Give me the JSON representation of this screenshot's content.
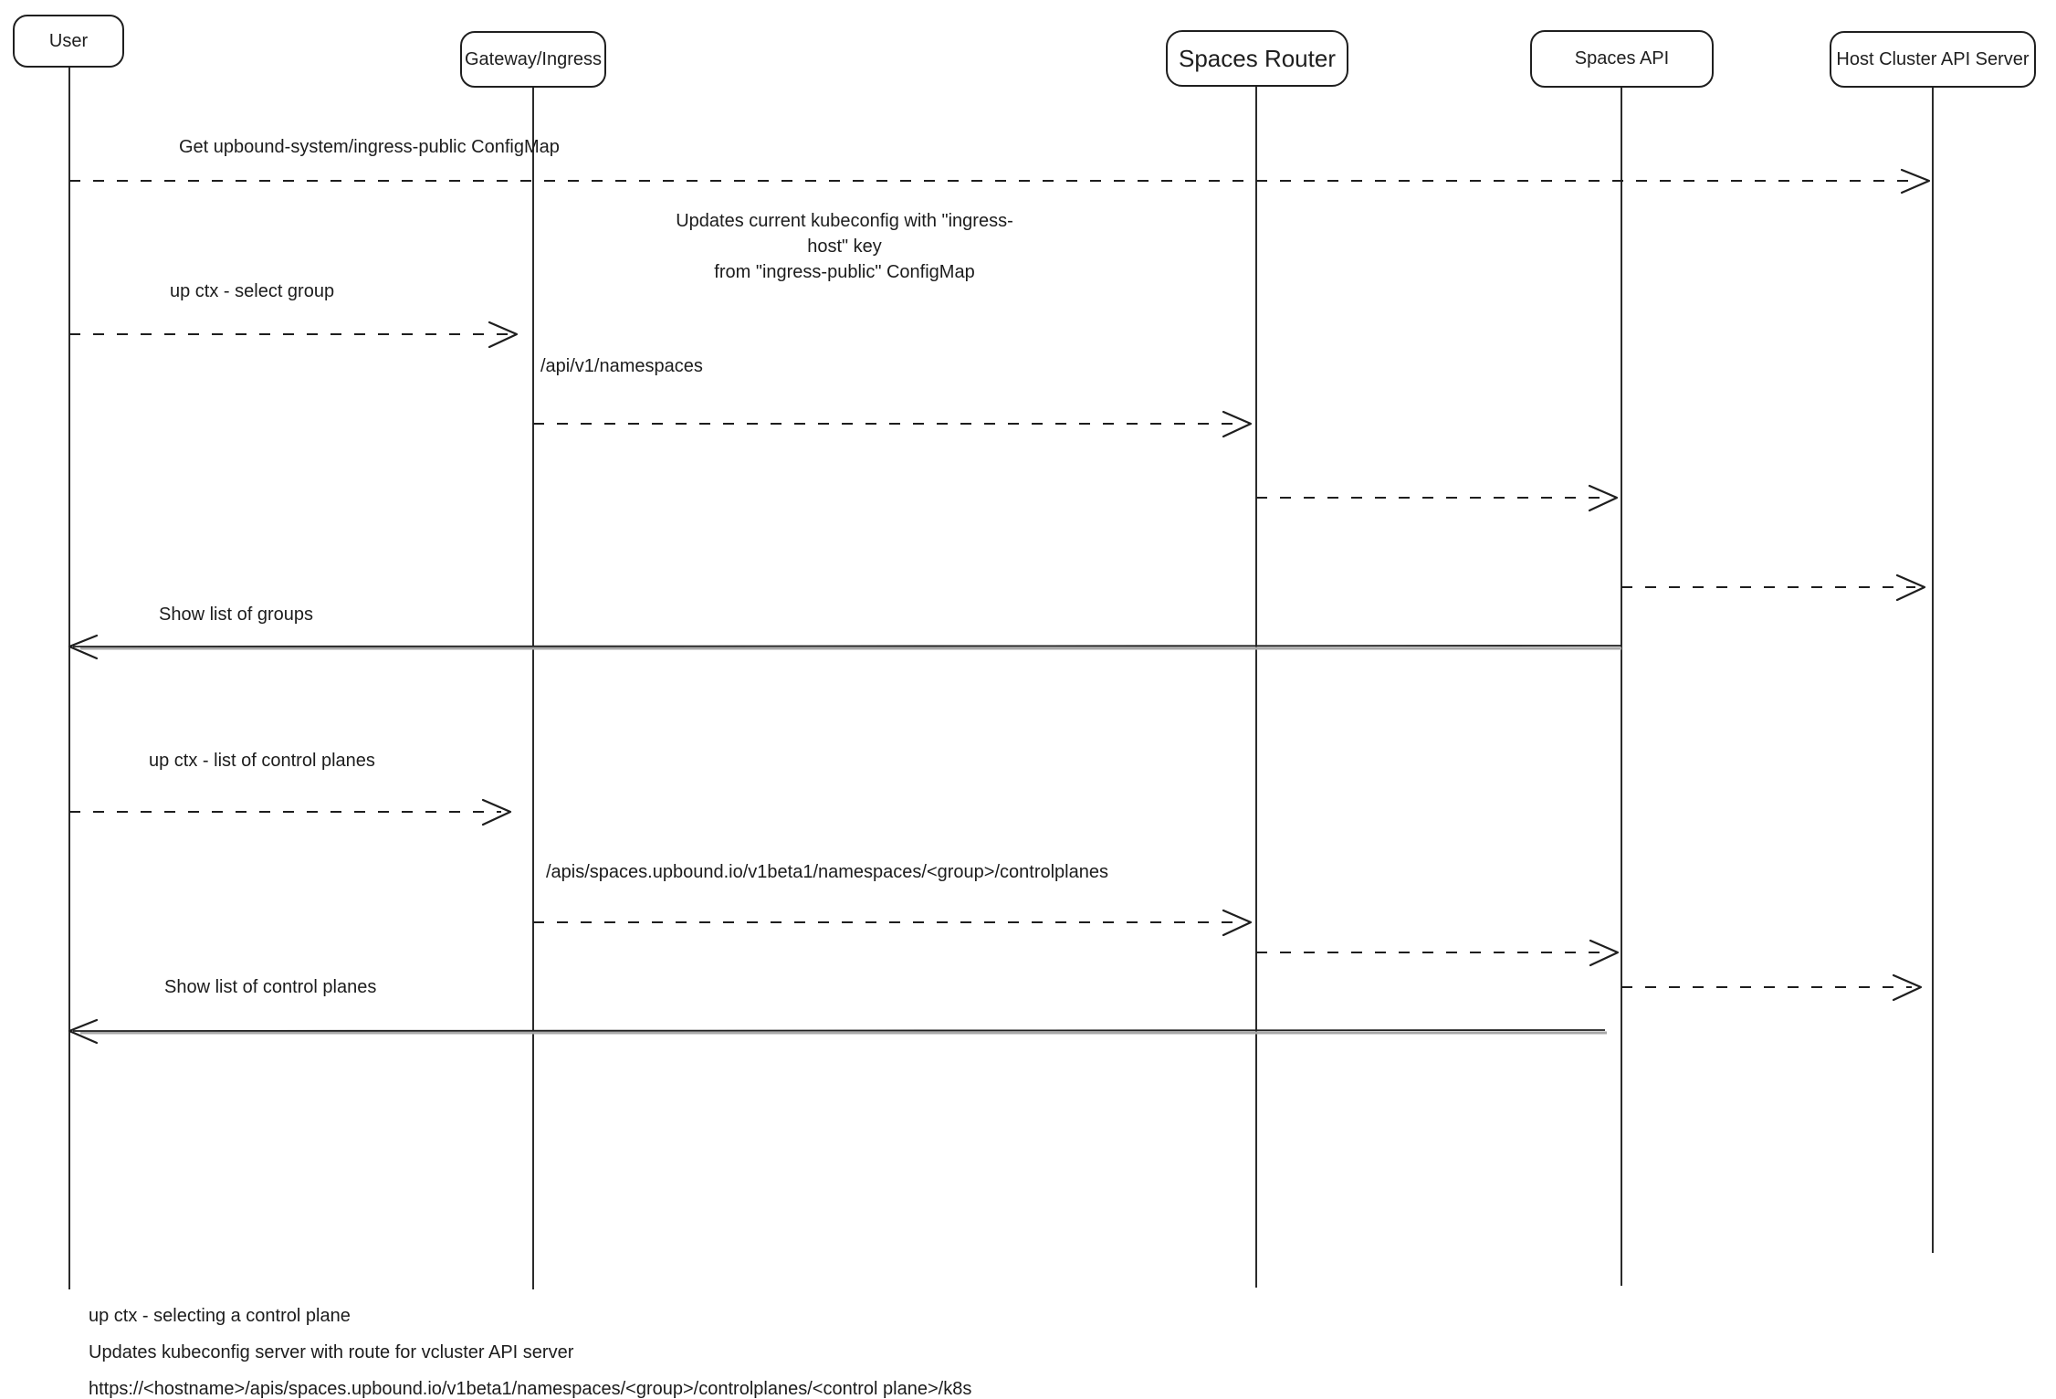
{
  "diagram": {
    "background": "#ffffff",
    "stroke_color": "#1e1e1e",
    "actors": [
      {
        "id": "user",
        "label": "User"
      },
      {
        "id": "gateway-ingress",
        "label": "Gateway/Ingress"
      },
      {
        "id": "spaces-router",
        "label": "Spaces Router"
      },
      {
        "id": "spaces-api",
        "label": "Spaces API"
      },
      {
        "id": "host-cluster-api-server",
        "label": "Host Cluster API Server"
      }
    ],
    "messages": [
      {
        "from": "user",
        "to": "host-cluster-api-server",
        "style": "dashed",
        "label": "Get upbound-system/ingress-public ConfigMap"
      },
      {
        "from": "user",
        "to": "gateway-ingress",
        "style": "dashed",
        "label": "up ctx - select group"
      },
      {
        "from": "gateway-ingress",
        "to": "spaces-router",
        "style": "dashed",
        "label": "/api/v1/namespaces"
      },
      {
        "from": "spaces-router",
        "to": "spaces-api",
        "style": "dashed",
        "label": ""
      },
      {
        "from": "spaces-api",
        "to": "host-cluster-api-server",
        "style": "dashed",
        "label": ""
      },
      {
        "from": "spaces-api",
        "to": "user",
        "style": "solid",
        "label": "Show list of groups"
      },
      {
        "from": "user",
        "to": "gateway-ingress",
        "style": "dashed",
        "label": "up ctx - list of control planes"
      },
      {
        "from": "gateway-ingress",
        "to": "spaces-router",
        "style": "dashed",
        "label": "/apis/spaces.upbound.io/v1beta1/namespaces/<group>/controlplanes"
      },
      {
        "from": "spaces-router",
        "to": "spaces-api",
        "style": "dashed",
        "label": ""
      },
      {
        "from": "spaces-api",
        "to": "host-cluster-api-server",
        "style": "dashed",
        "label": ""
      },
      {
        "from": "spaces-api",
        "to": "user",
        "style": "solid",
        "label": "Show list of control planes"
      }
    ],
    "note": {
      "line1": "Updates current kubeconfig with \"ingress-host\" key",
      "line2": "from \"ingress-public\" ConfigMap"
    },
    "footer": {
      "lines": [
        "up ctx - selecting a control plane",
        "Updates kubeconfig server with route for vcluster API server",
        "https://<hostname>/apis/spaces.upbound.io/v1beta1/namespaces/<group>/controlplanes/<control plane>/k8s"
      ]
    }
  }
}
